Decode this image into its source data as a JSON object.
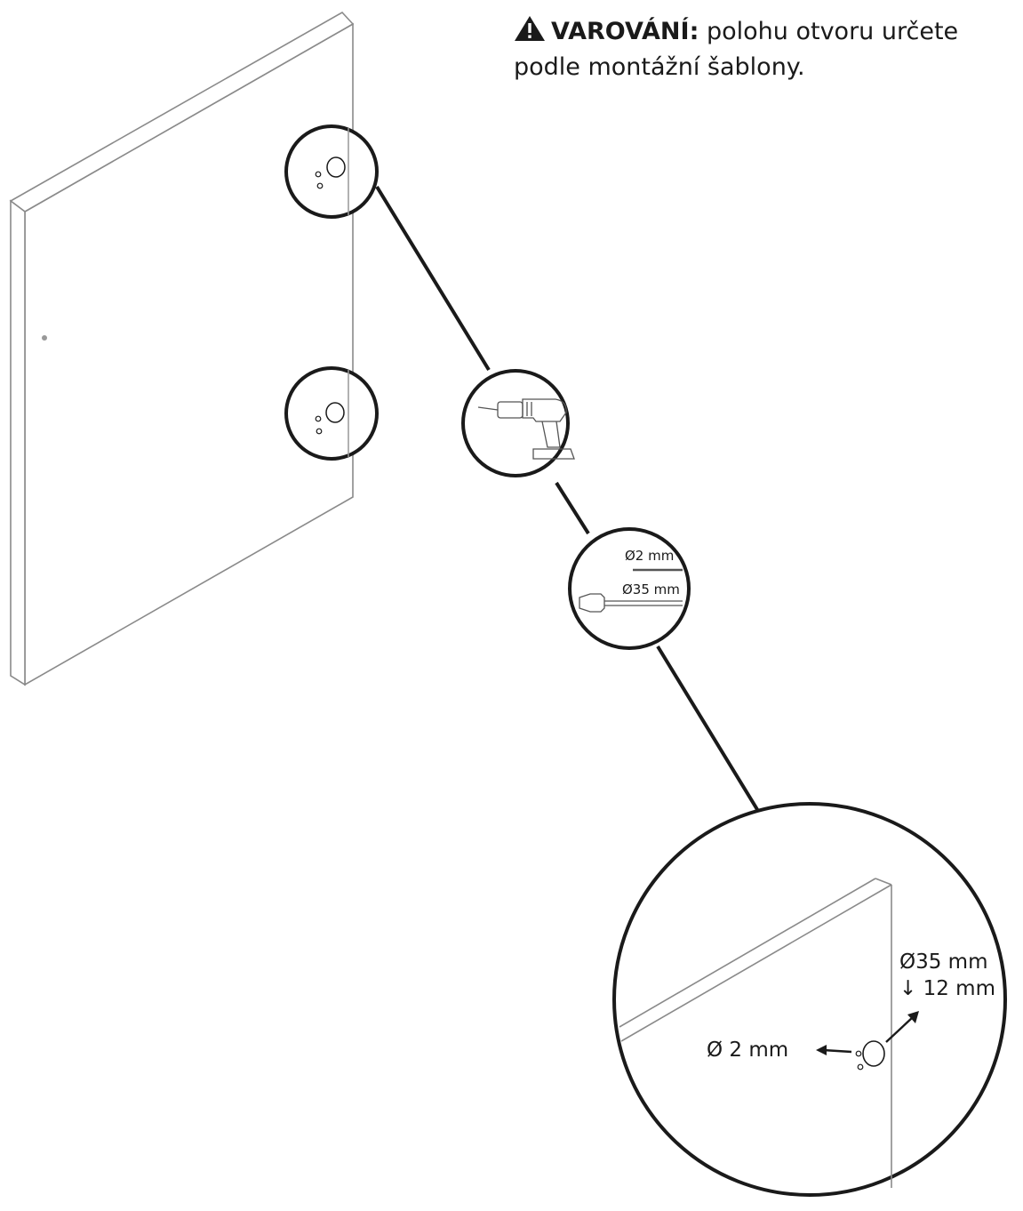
{
  "warning": {
    "label": "VAROVÁNÍ:",
    "line1": "polohu otvoru určete",
    "line2": "podle montážní šablony.",
    "icon": "warning-triangle-icon"
  },
  "bits": {
    "small": "Ø2 mm",
    "large": "Ø35 mm"
  },
  "detail": {
    "pilot": "Ø 2 mm",
    "cup_diameter": "Ø35 mm",
    "cup_depth": "↓ 12 mm"
  },
  "icons": {
    "drill": "cordless-drill-icon",
    "drill_bits": "drill-bits-icon",
    "arrow": "arrow-icon"
  },
  "colors": {
    "line": "#1a1a1a",
    "panel": "#8a8a8a"
  }
}
